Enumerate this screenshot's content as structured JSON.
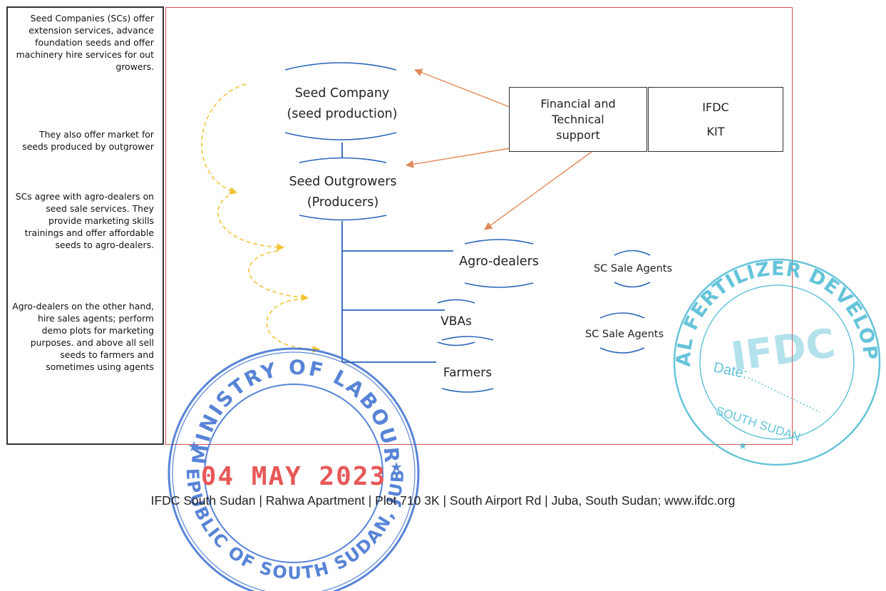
{
  "sidebar": {
    "paragraphs": [
      "Seed Companies (SCs) offer extension services, advance foundation seeds and offer machinery hire services for out growers.",
      "They also offer market for seeds produced by outgrower",
      "SCs agree with agro-dealers on seed sale services. They provide marketing skills trainings and offer affordable seeds to agro-dealers.",
      "Agro-dealers on the other hand, hire sales agents; perform demo plots for marketing purposes. and above all sell seeds to farmers and sometimes using agents"
    ]
  },
  "diagram": {
    "seed_company": {
      "line1": "Seed Company",
      "line2": "(seed production)"
    },
    "outgrowers": {
      "line1": "Seed Outgrowers",
      "line2": "(Producers)"
    },
    "agro_dealers": "Agro-dealers",
    "vbas": "VBAs",
    "farmers": "Farmers",
    "sc_agents_1": "SC Sale Agents",
    "sc_agents_2": "SC Sale Agents",
    "support_box": {
      "line1": "Financial and",
      "line2": "Technical",
      "line3": "support"
    },
    "ifdc_box": {
      "line1": "IFDC",
      "line2": "KIT"
    }
  },
  "stamps": {
    "ministry": {
      "top_text": "MINISTRY OF LABOUR",
      "bottom_text": "REPUBLIC OF SOUTH SUDAN, JUBA",
      "date": "04 MAY 2023",
      "color": "#3b6fd1"
    },
    "ifdc": {
      "ring_text": "INTERNATIONAL FERTILIZER DEVELOPMENT CENTER",
      "logo": "IFDC",
      "date_label": "Date:",
      "location": "SOUTH SUDAN",
      "color": "#3fb6d0"
    }
  },
  "footer": {
    "address": "IFDC South Sudan | Rahwa Apartment | Plot 710 3K | South Airport Rd | Juba, South Sudan; www.ifdc.org"
  },
  "colors": {
    "node_curve": "#2a64b8",
    "tree_line": "#2a64b8",
    "support_arrow": "#e08a5a",
    "dashed_arrow": "#f2c230",
    "frame": "#d9534f"
  }
}
